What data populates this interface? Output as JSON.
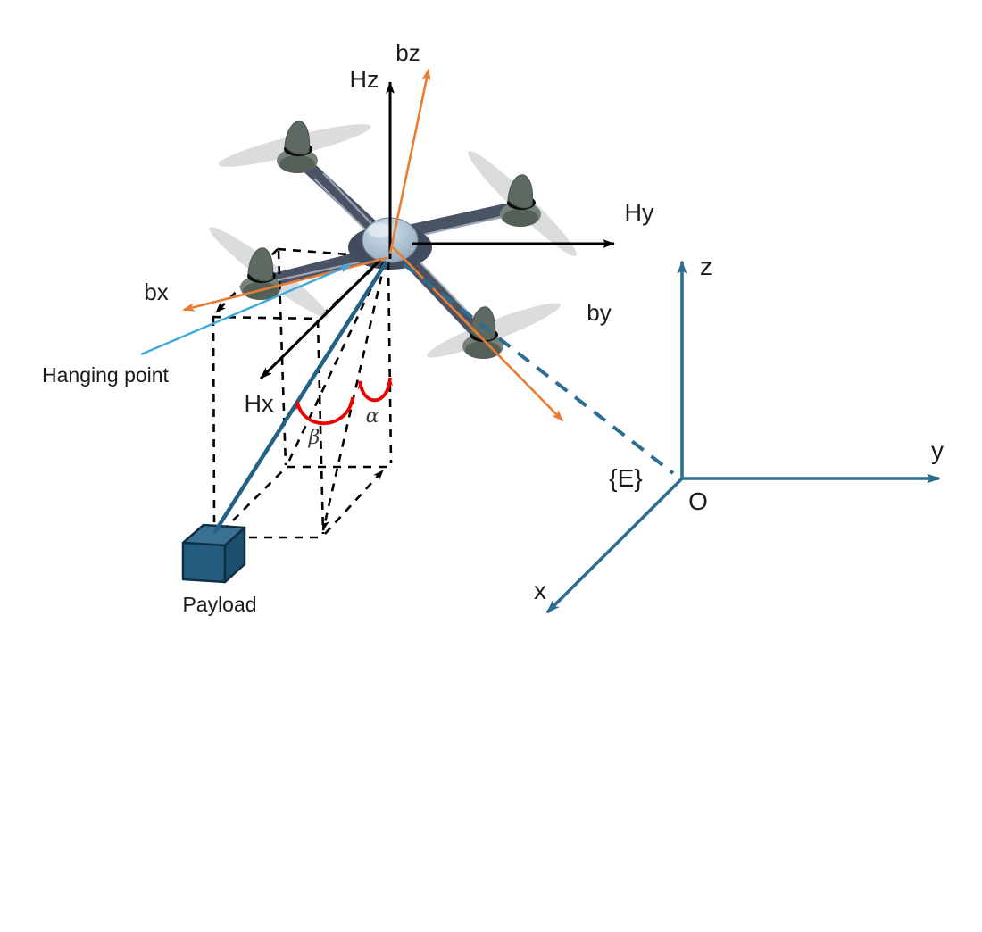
{
  "labels": {
    "hz": "Hz",
    "hy": "Hy",
    "hx": "Hx",
    "bz": "bz",
    "by": "by",
    "bx": "bx",
    "hanging_point": "Hanging point",
    "payload": "Payload",
    "alpha": "α",
    "beta": "β",
    "earth_frame": "{E}",
    "origin": "O",
    "earth_x": "x",
    "earth_y": "y",
    "earth_z": "z"
  },
  "colors": {
    "h_frame_axis": "#000000",
    "body_frame_axis": "#E87C33",
    "body_frame_label": "#F79A2E",
    "earth_frame_axis": "#2C6E91",
    "cable": "#216285",
    "hanging_point_arrow": "#3FA9DC",
    "angle_arc": "#ED0000",
    "projection_dash": "#000000",
    "payload_top": "#3A7193",
    "payload_front": "#235C7E",
    "payload_side": "#1C4E6E",
    "drone_body": "#4A5364",
    "propeller": "#D9DADC"
  }
}
